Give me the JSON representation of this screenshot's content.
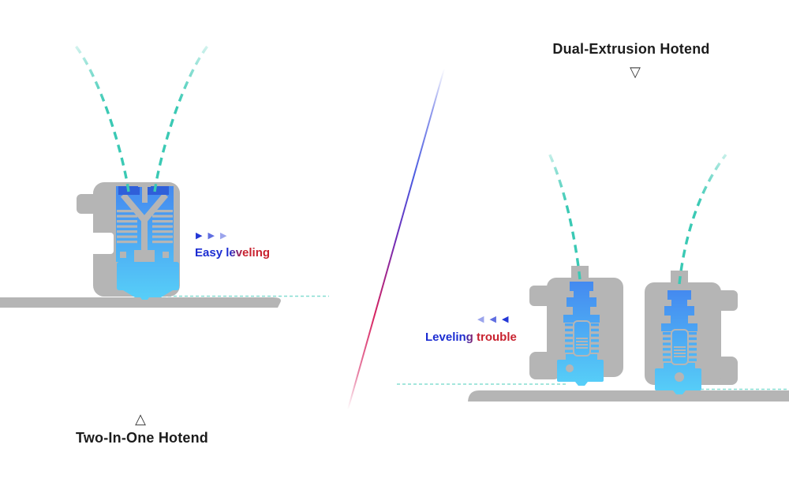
{
  "palette": {
    "bg": "#ffffff",
    "gray": "#b5b5b5",
    "deep_blue": "#2f5fd9",
    "blue_top": "#4489f0",
    "cyan_bottom": "#57d0f8",
    "teal": "#3ac9b4",
    "teal_light": "#85ddd1",
    "title_color": "#1c1c1c",
    "label_blue": "#1b2cd2",
    "label_red": "#c8212e",
    "arrow_blue": "#2337d6",
    "divider_blue": "#4a5ae0",
    "divider_purple": "#6e2cb8",
    "divider_red": "#d6215f"
  },
  "left_section": {
    "title": "Two-In-One Hotend",
    "pointer_glyph": "△",
    "label": "Easy leveling",
    "arrow_glyph": "▶"
  },
  "right_section": {
    "title": "Dual-Extrusion Hotend",
    "pointer_glyph": "▽",
    "label": "Leveling trouble",
    "arrow_glyph": "◀"
  }
}
